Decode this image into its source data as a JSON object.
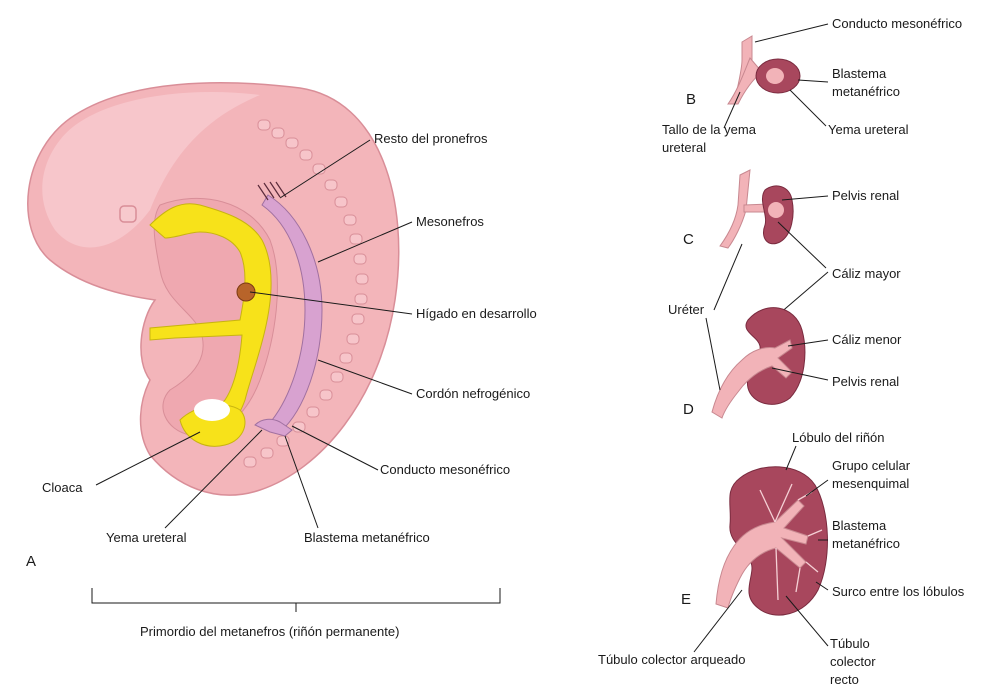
{
  "panels": {
    "a": "A",
    "b": "B",
    "c": "C",
    "d": "D",
    "e": "E"
  },
  "labels_a": {
    "resto_pronefros": "Resto del pronefros",
    "mesonefros": "Mesonefros",
    "higado": "Hígado en desarrollo",
    "cordon": "Cordón nefrogénico",
    "conducto": "Conducto mesonéfrico",
    "cloaca": "Cloaca",
    "yema": "Yema ureteral",
    "blastema": "Blastema metanéfrico",
    "primordio": "Primordio del metanefros (riñón permanente)"
  },
  "labels_b": {
    "conducto": "Conducto mesonéfrico",
    "blastema_1": "Blastema",
    "blastema_2": "metanéfrico",
    "yema": "Yema ureteral",
    "tallo_1": "Tallo de la yema",
    "tallo_2": "ureteral"
  },
  "labels_cd": {
    "pelvis_c": "Pelvis renal",
    "caliz_mayor": "Cáliz mayor",
    "ureter": "Uréter",
    "caliz_menor": "Cáliz menor",
    "pelvis_d": "Pelvis renal"
  },
  "labels_e": {
    "lobulo": "Lóbulo del riñón",
    "grupo_1": "Grupo celular",
    "grupo_2": "mesenquimal",
    "blastema_1": "Blastema",
    "blastema_2": "metanéfrico",
    "surco": "Surco entre los lóbulos",
    "tubulo_arq": "Túbulo colector arqueado",
    "tubulo_recto_1": "Túbulo",
    "tubulo_recto_2": "colector",
    "tubulo_recto_3": "recto"
  },
  "colors": {
    "embryo_pink": "#f2b3b8",
    "embryo_dark": "#e0909a",
    "kidney": "#a8475d",
    "mesonephros": "#d9a3d0",
    "yellow": "#f7e21a"
  }
}
